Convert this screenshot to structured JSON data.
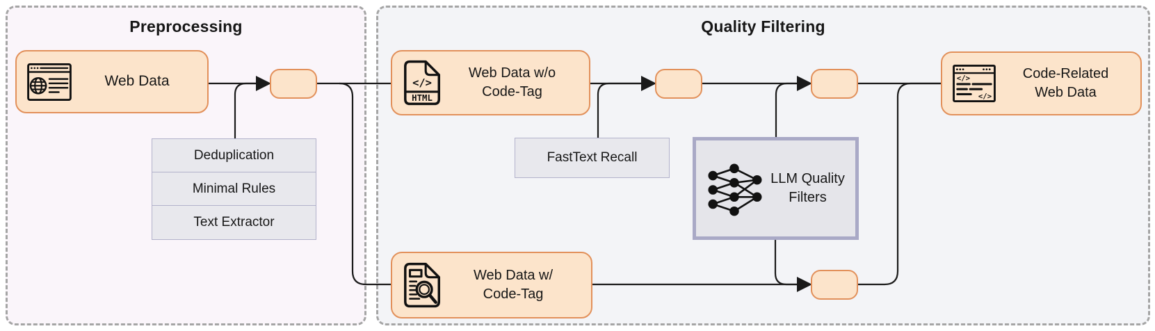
{
  "sections": {
    "preprocessing": {
      "title": "Preprocessing",
      "steps": [
        "Deduplication",
        "Minimal Rules",
        "Text Extractor"
      ]
    },
    "quality_filtering": {
      "title": "Quality Filtering",
      "fasttext_label": "FastText Recall",
      "llm_filters_label": "LLM Quality\nFilters"
    }
  },
  "nodes": {
    "web_data": {
      "label": "Web Data",
      "icon": "browser-globe-icon"
    },
    "web_data_without_code_tag": {
      "label": "Web Data w/o\nCode-Tag",
      "icon": "html-file-icon"
    },
    "web_data_with_code_tag": {
      "label": "Web Data w/\nCode-Tag",
      "icon": "document-search-icon"
    },
    "code_related_web_data": {
      "label": "Code-Related\nWeb Data",
      "icon": "browser-code-icon"
    },
    "llm_quality_filters": {
      "icon": "neural-network-icon"
    }
  },
  "icon_glyphs": {
    "html_file": {
      "code": "</>",
      "badge": "HTML"
    },
    "browser_code": {
      "code_top": "</>",
      "code_bottom": "</>"
    }
  },
  "colors": {
    "node_fill": "#fce4cb",
    "node_border": "#e2905a",
    "gray_fill": "#e8e8ed",
    "gray_border": "#b2b2cb",
    "llm_border": "#a9a9c6",
    "preprocessing_bg": "#faf5fa",
    "quality_bg": "#f3f4f7",
    "section_border": "#a5a5a5",
    "connector": "#1a1a1a"
  }
}
